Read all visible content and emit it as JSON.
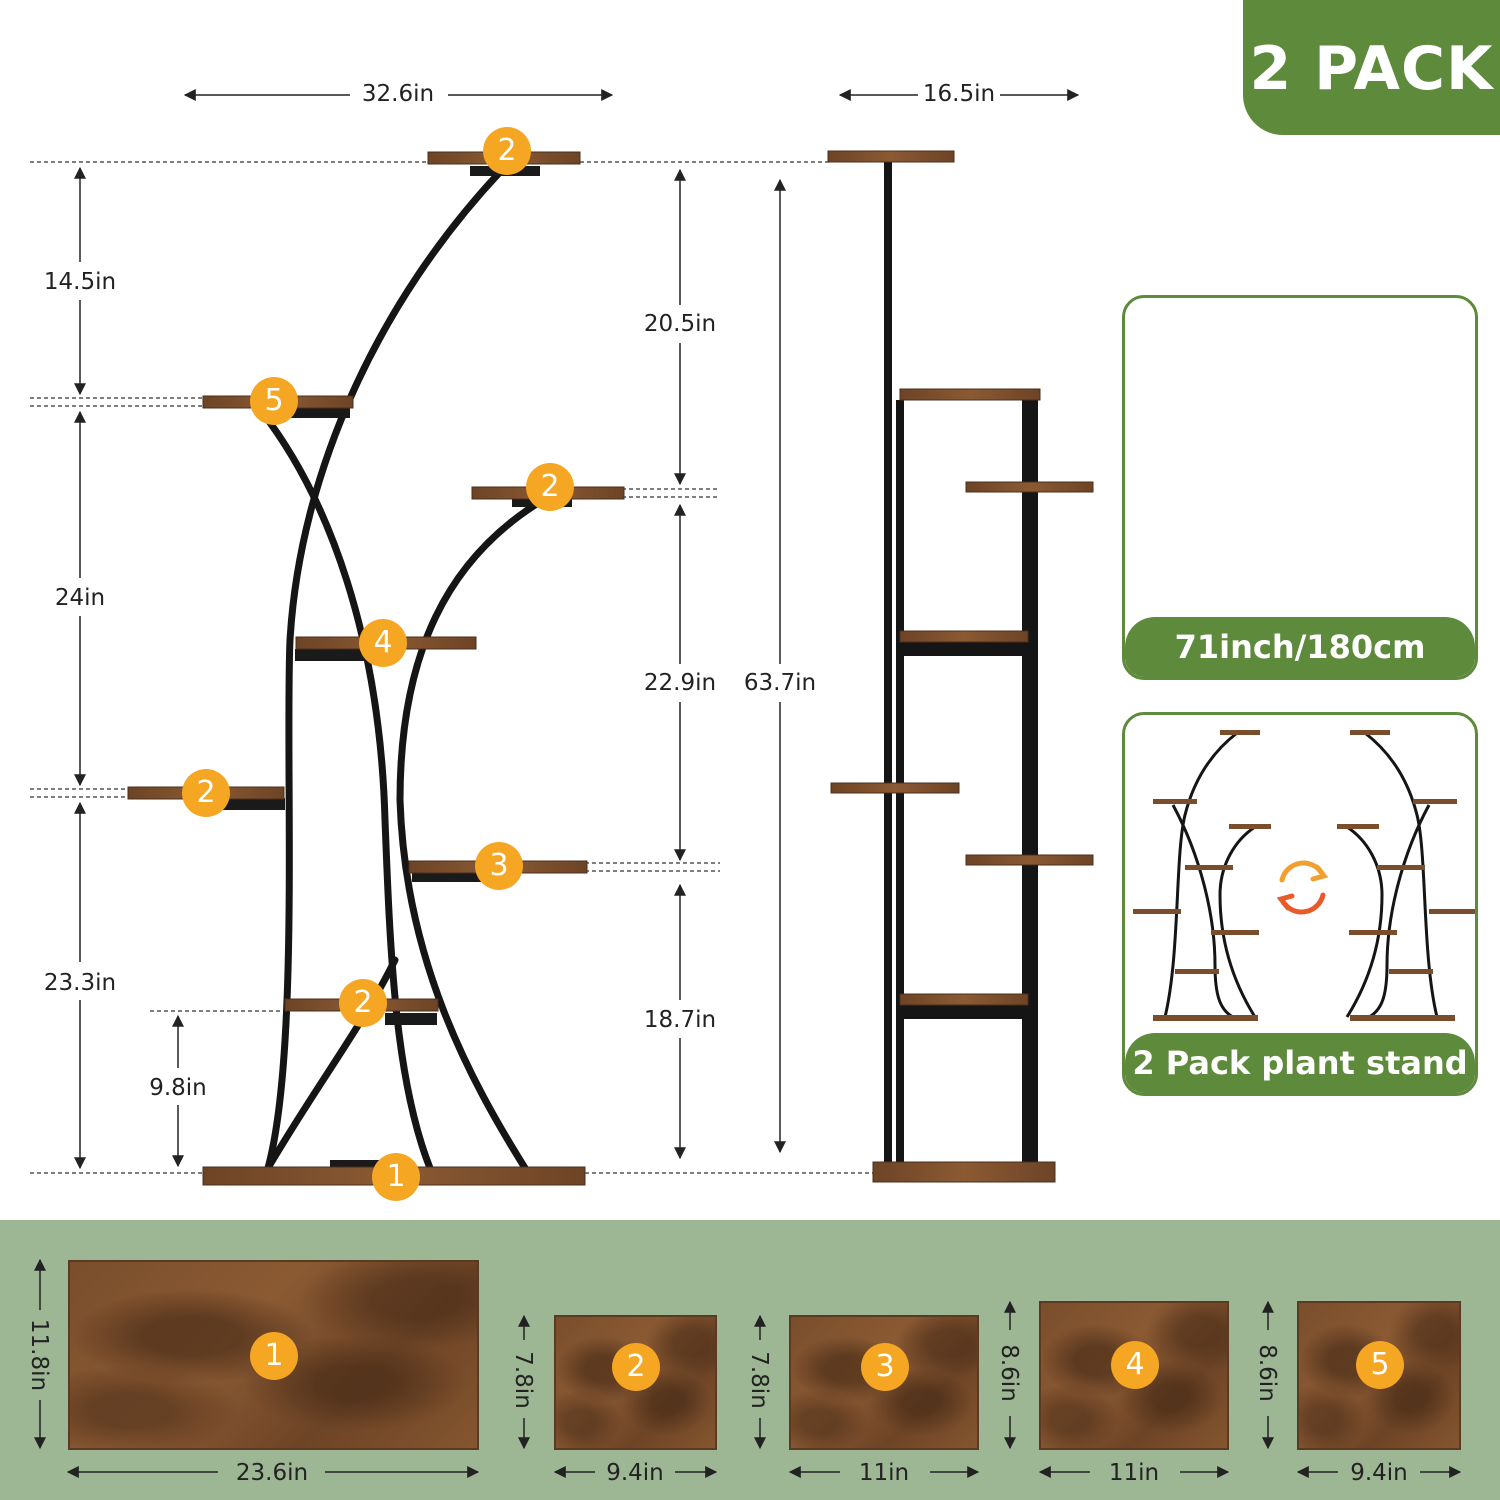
{
  "badge": {
    "label": "2 PACK"
  },
  "front_view": {
    "width_label": "32.6in",
    "left_dims": [
      "14.5in",
      "24in",
      "23.3in",
      "9.8in"
    ],
    "center_dims": [
      "20.5in",
      "22.9in",
      "18.7in"
    ],
    "shelf_numbers": [
      "2",
      "5",
      "2",
      "4",
      "2",
      "3",
      "2",
      "1"
    ]
  },
  "side_view": {
    "width_label": "16.5in",
    "height_label": "63.7in"
  },
  "panels": {
    "lights": {
      "caption": "71inch/180cm"
    },
    "pack": {
      "caption": "2 Pack plant stand"
    }
  },
  "boards": [
    {
      "number": "1",
      "width": "23.6in",
      "depth": "11.8in"
    },
    {
      "number": "2",
      "width": "9.4in",
      "depth": "7.8in"
    },
    {
      "number": "3",
      "width": "11in",
      "depth": "7.8in"
    },
    {
      "number": "4",
      "width": "11in",
      "depth": "8.6in"
    },
    {
      "number": "5",
      "width": "9.4in",
      "depth": "8.6in"
    }
  ],
  "colors": {
    "accent_green": "#5e8a3c",
    "band_green": "#9db693",
    "number_orange": "#f5a623",
    "wood": "#7a4e2c"
  }
}
